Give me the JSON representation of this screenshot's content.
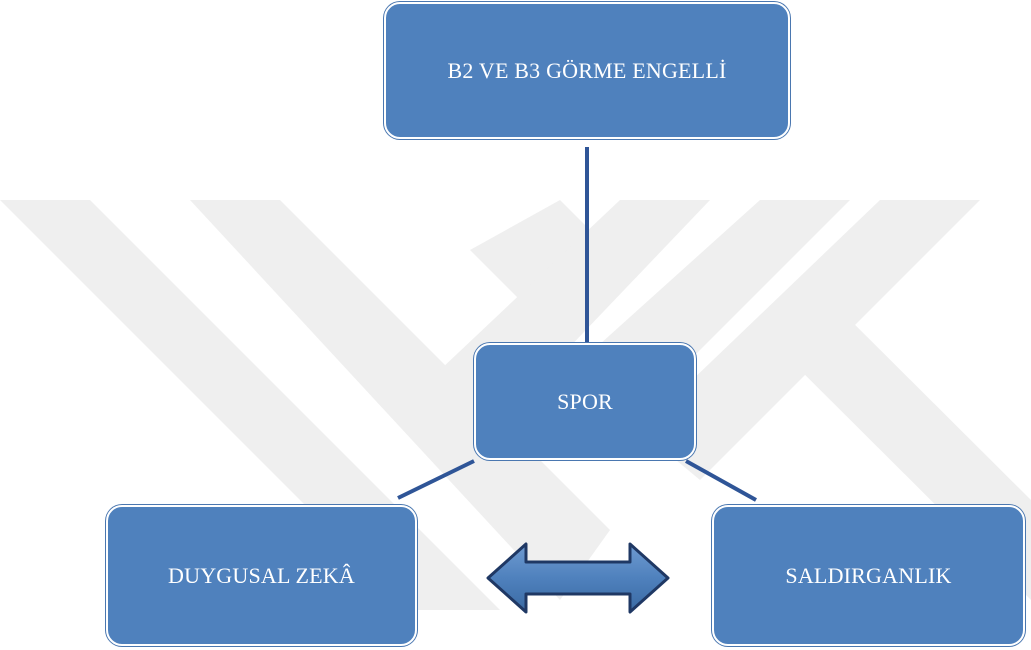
{
  "diagram": {
    "nodes": {
      "top": "B2 VE B3 GÖRME ENGELLİ",
      "center": "SPOR",
      "left": "DUYGUSAL ZEKÂ",
      "right": "SALDIRGANLIK"
    },
    "colors": {
      "node_fill": "#4f81bd",
      "node_border": "#ffffff",
      "connector": "#2f5597",
      "arrow_fill": "#4f81bd",
      "arrow_stroke": "#1f3864",
      "watermark": "#eeeeee"
    }
  }
}
